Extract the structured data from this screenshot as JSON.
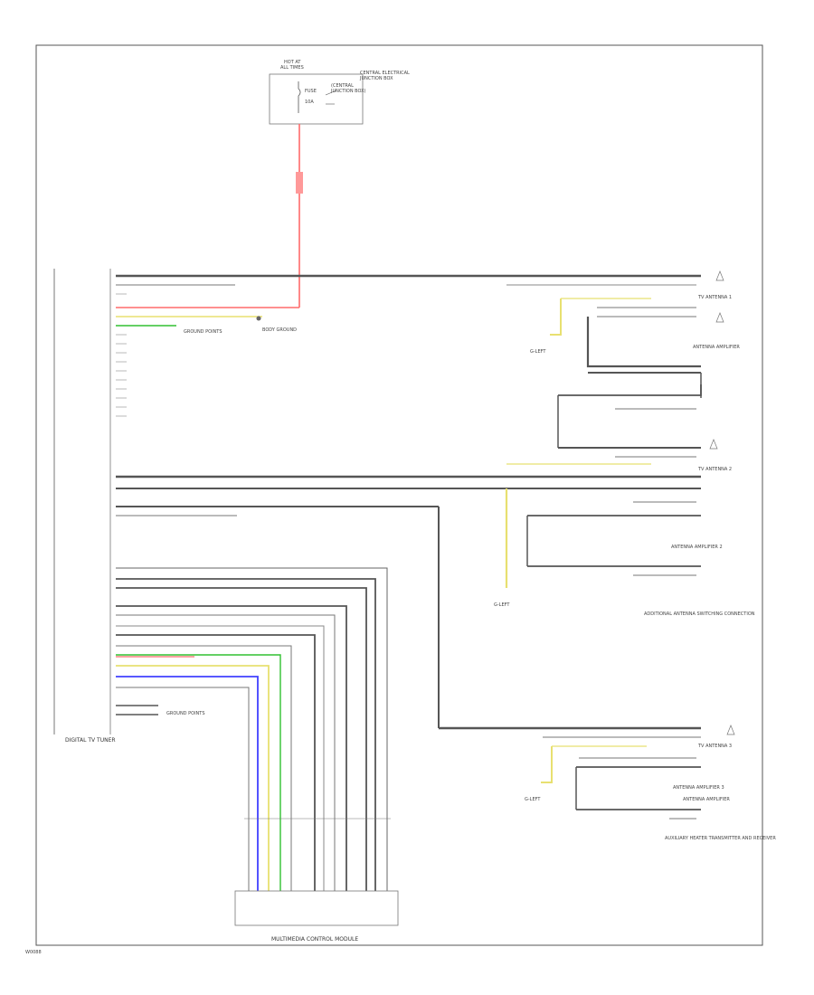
{
  "fuse_box": {
    "title_line1": "HOT AT",
    "title_line2": "ALL TIMES",
    "fuse_name": "FUSE",
    "fuse_rating": "10A",
    "note_line1": "(CENTRAL",
    "note_line2": "JUNCTION BOX)",
    "ref_line1": "CENTRAL ELECTRICAL",
    "ref_line2": "JUNCTION BOX"
  },
  "main_module": {
    "name": "DIGITAL TV TUNER"
  },
  "control_panel": {
    "name": "MULTIMEDIA CONTROL MODULE"
  },
  "antennas": [
    {
      "symbol_label": "TV ANTENNA 1",
      "module_label": "ANTENNA AMPLIFIER"
    },
    {
      "symbol_label": "TV ANTENNA 2",
      "module_label": "ANTENNA AMPLIFIER 2"
    },
    {
      "symbol_label": "TV ANTENNA 3",
      "module_label": "ANTENNA AMPLIFIER 3"
    }
  ],
  "notes": {
    "ground_1": "G-LEFT",
    "ground_2": "G-LEFT",
    "ground_3": "G-LEFT",
    "left_splice": "GROUND POINTS",
    "left_connector": "BODY GROUND",
    "bottom_ground": "GROUND POINTS",
    "rear_note": "ANTENNA AMPLIFIER",
    "right_block_1": "ADDITIONAL ANTENNA SWITCHING CONNECTION",
    "right_block_2": "AUXILIARY HEATER TRANSMITTER AND RECEIVER"
  },
  "footer": {
    "code": "W0088"
  },
  "wire_colors": {
    "power": "#ff6b6b",
    "yellow": "#e8e070",
    "blue": "#4040ff",
    "green": "#30c030",
    "gray": "#555555"
  }
}
